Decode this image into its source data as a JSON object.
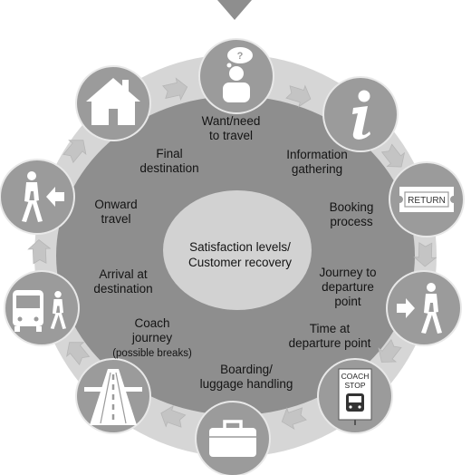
{
  "center": {
    "text": "Satisfaction levels/\nCustomer recovery"
  },
  "stages": [
    {
      "label": "Want/need\nto travel",
      "icon": "thinking-person-icon"
    },
    {
      "label": "Information\ngathering",
      "icon": "info-icon"
    },
    {
      "label": "Booking\nprocess",
      "icon": "return-ticket-icon",
      "icon_text": "RETURN"
    },
    {
      "label": "Journey to\ndeparture\npoint",
      "icon": "walking-person-arrow-right-icon"
    },
    {
      "label": "Time at\ndeparture point",
      "icon": "coach-stop-icon",
      "icon_text": "COACH\nSTOP"
    },
    {
      "label": "Boarding/\nluggage handling",
      "icon": "suitcase-icon"
    },
    {
      "label": "Coach\njourney",
      "note": "(possible breaks)",
      "icon": "road-icon"
    },
    {
      "label": "Arrival at\ndestination",
      "icon": "bus-and-walker-icon"
    },
    {
      "label": "Onward\ntravel",
      "icon": "walking-person-arrow-left-icon"
    },
    {
      "label": "Final\ndestination",
      "icon": "house-icon"
    }
  ],
  "colors": {
    "outer_ring": "#d6d6d6",
    "inner_disc": "#8e8e8e",
    "center_disc": "#d2d2d2",
    "icon_circle": "#9b9b9b",
    "arrow": "#c4c4c4",
    "glyph": "#ffffff"
  }
}
